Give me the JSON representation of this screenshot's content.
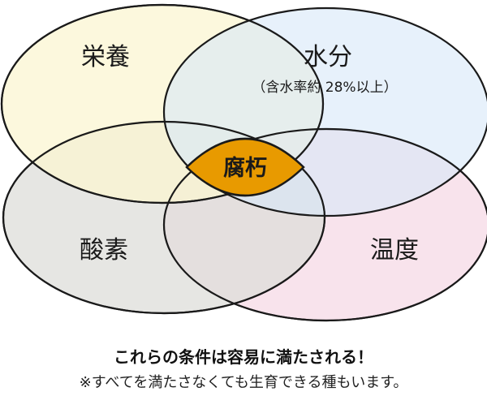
{
  "diagram": {
    "circles": [
      {
        "id": "nutrition",
        "label": "栄養",
        "fill": "#FBF5D2"
      },
      {
        "id": "water",
        "label": "水分",
        "sublabel": "（含水率約 28%以上）",
        "fill": "#D7E8F8"
      },
      {
        "id": "temperature",
        "label": "温度",
        "fill": "#F6D9E6"
      },
      {
        "id": "oxygen",
        "label": "酸素",
        "fill": "#DEDDDA"
      }
    ],
    "center": {
      "label": "腐朽",
      "fill": "#E89A00"
    },
    "stroke_color": "#1a1a1a"
  },
  "captions": {
    "main": "これらの条件は容易に満たされる！",
    "note": "※すべてを満たさなくても生育できる種もいます。"
  }
}
